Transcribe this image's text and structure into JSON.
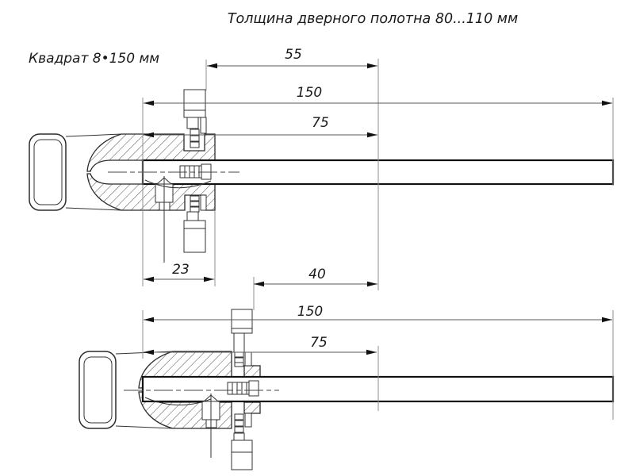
{
  "title": "Толщина дверного полотна 80...110 мм",
  "square_label": "Квадрат 8•150 мм",
  "dimensions": {
    "top": {
      "dim_55": "55",
      "dim_150": "150",
      "dim_75": "75",
      "dim_23": "23"
    },
    "bottom": {
      "dim_40": "40",
      "dim_150": "150",
      "dim_75": "75"
    }
  },
  "colors": {
    "background": "#ffffff",
    "outline": "#2b2b2b",
    "bold_outline": "#111111",
    "dimension_line": "#5a5a5a",
    "extension_line": "#8f8f8f",
    "text": "#1a1a1a"
  }
}
